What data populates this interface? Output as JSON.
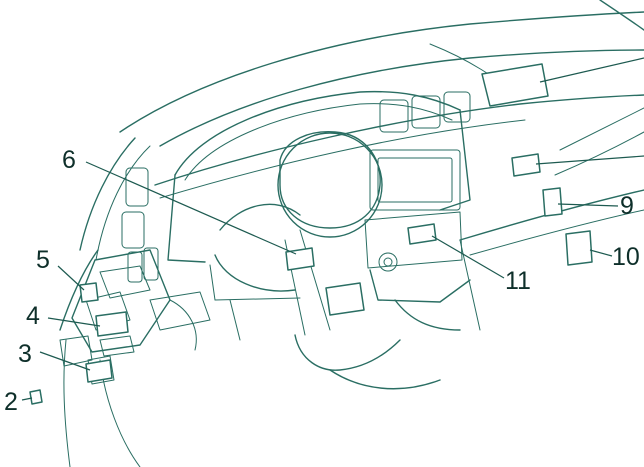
{
  "callouts": [
    {
      "id": "2",
      "label": "2"
    },
    {
      "id": "3",
      "label": "3"
    },
    {
      "id": "4",
      "label": "4"
    },
    {
      "id": "5",
      "label": "5"
    },
    {
      "id": "6",
      "label": "6"
    },
    {
      "id": "9",
      "label": "9"
    },
    {
      "id": "10",
      "label": "10"
    },
    {
      "id": "11",
      "label": "11"
    }
  ],
  "colors": {
    "line": "#2a6e63",
    "label": "#0e2f2a",
    "background": "#ffffff"
  }
}
